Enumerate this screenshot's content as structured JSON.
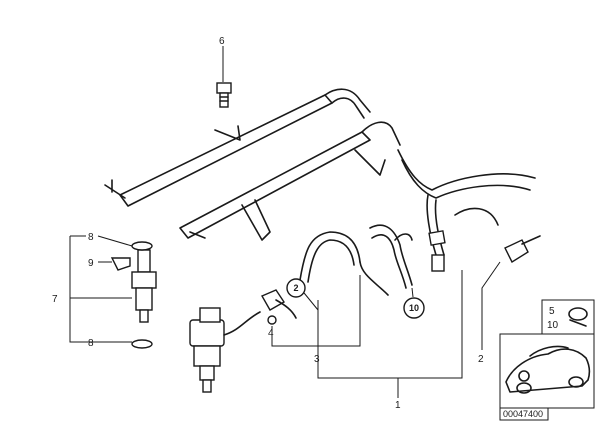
{
  "callouts": {
    "c6_top": "6",
    "c8_upper": "8",
    "c9": "9",
    "c7": "7",
    "c8_lower": "8",
    "c4": "4",
    "c3": "3",
    "c1": "1",
    "c2": "2"
  },
  "badges": {
    "b2": "2",
    "b10": "10"
  },
  "inset": {
    "label_5": "5",
    "label_10": "10",
    "catalog_number": "00047400"
  }
}
